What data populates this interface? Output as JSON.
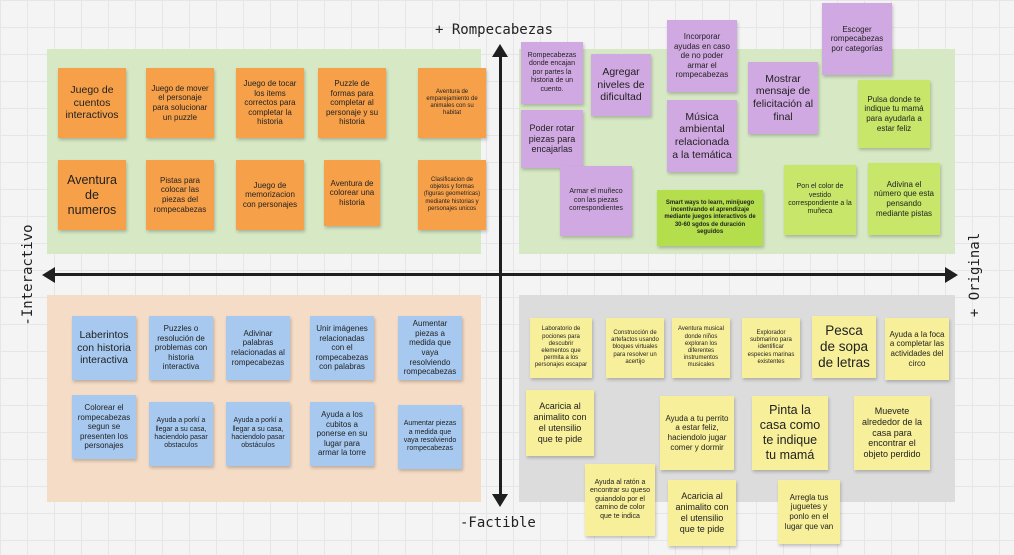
{
  "axes": {
    "top": "+ Rompecabezas",
    "bottom": "-Factible",
    "left": "-Interactivo",
    "right": "+ Original"
  },
  "notes": {
    "tl": [
      "Juego de cuentos interactivos",
      "Juego de mover el personaje para solucionar un puzzle",
      "Juego de tocar los items correctos para completar la historia",
      "Puzzle de formas para completar al personaje y su historia",
      "Aventura de emparejamiento de animales con su habitat",
      "Aventura de numeros",
      "Pistas para colocar las piezas del rompecabezas",
      "Juego de memorizacion con personajes",
      "Aventura de colorear una historia",
      "Clasificacion de objetos y formas (figuras geometricas) mediante historias y personajes unicos"
    ],
    "tr": [
      "Rompecabezas donde encajan por partes la historia de un cuento.",
      "Agregar niveles de dificultad",
      "Incorporar ayudas en caso de no poder armar el rompecabezas",
      "Mostrar mensaje de felicitación al final",
      "Escoger rompecabezas por categorías",
      "Poder rotar piezas para encajarlas",
      "Música ambiental relacionada a la temática",
      "Pulsa donde te indique tu mamá para ayudarla a estar feliz",
      "Armar el muñeco con las piezas correspondientes",
      "Smart ways to learn, minijuego incentivando el aprendizaje mediante juegos interactivos de 30-60 sgdos de duración seguidos",
      "Pon el color de vestido correspondiente a la muñeca",
      "Adivina el número que esta pensando mediante pistas"
    ],
    "bl": [
      "Laberintos con historia interactiva",
      "Puzzles o resolución de problemas con historia interactiva",
      "Adivinar palabras relacionadas al rompecabezas",
      "Unir imágenes relacionadas con el rompecabezas con palabras",
      "Aumentar piezas a medida que vaya resolviendo rompecabezas",
      "Colorear el rompecabezas segun se presenten los personajes",
      "Ayuda a porkí a llegar a su casa, haciendolo pasar obstaculos",
      "Ayuda a porkí a llegar a su casa, haciendolo pasar obstáculos",
      "Ayuda a los cubitos a ponerse en su lugar para armar la torre",
      "Aumentar piezas a medida que vaya resolviendo rompecabezas"
    ],
    "br": [
      "Laboratorio de pociones para descubrir elementos que permita a los personajes escapar",
      "Construcción de artefactos usando bloques virtuales para resolver un acertijo",
      "Aventura musical donde niños exploran los diferentes instrumentos musicales",
      "Explorador submarino para identificar especies marinas existentes",
      "Pesca de sopa de letras",
      "Ayuda a la foca a completar las actividades del circo",
      "Acaricia al animalito con el utensilio que te pide",
      "Ayuda a tu perrito a estar feliz, haciendolo jugar comer y dormir",
      "Pinta la casa como te indique tu mamá",
      "Muevete alrededor de la casa para encontrar el objeto perdido",
      "Ayuda al ratón a encontrar su queso guiandolo por el camino de color que te indica",
      "Acaricia al animalito con el utensilio que te pide",
      "Arregla tus juguetes y ponlo en el lugar que van"
    ]
  },
  "colors": {
    "zone_top": "#d6e8c4",
    "zone_bottom_left": "#f5dcc6",
    "zone_bottom_right": "#dcdcdc",
    "note_orange": "#f7a04a",
    "note_purple": "#d1a9e2",
    "note_lime": "#c7e66a",
    "note_green": "#b5de4c",
    "note_blue": "#a7c9f0",
    "note_yellow": "#f7ef9a"
  }
}
